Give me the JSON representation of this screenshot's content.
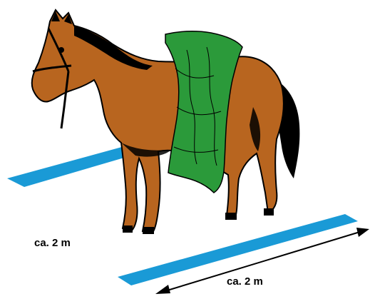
{
  "labels": {
    "left_distance": "ca. 2 m",
    "bottom_distance": "ca. 2 m"
  },
  "colors": {
    "ground_line": "#1a9ad6",
    "horse_coat": "#b8651f",
    "horse_shadow": "#000000",
    "blanket": "#2b9a3a",
    "arrow": "#000000"
  },
  "icons": {
    "horse": "horse-illustration",
    "blanket": "horse-blanket"
  }
}
